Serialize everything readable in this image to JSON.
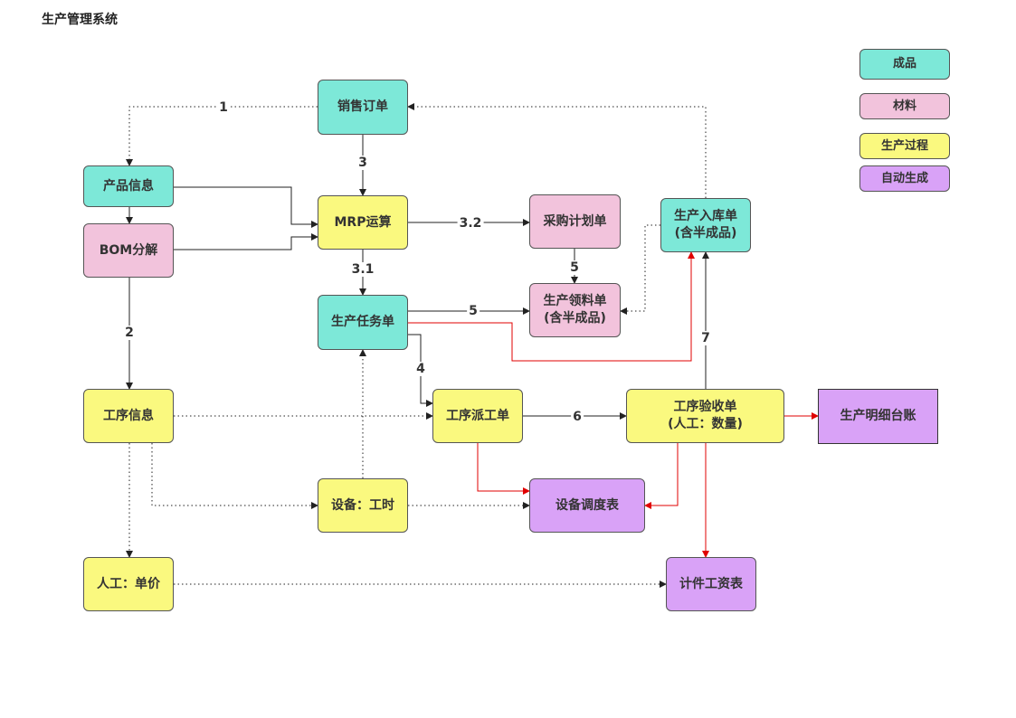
{
  "title": "生产管理系统",
  "colors": {
    "finished_product": "#7de8d8",
    "material": "#f2c3dc",
    "production_process": "#faf97f",
    "auto_generated": "#d9a2f7",
    "flow_line": "#222222",
    "red_line": "#e00000"
  },
  "legend": [
    {
      "key": "finished_product",
      "label": "成品"
    },
    {
      "key": "material",
      "label": "材料"
    },
    {
      "key": "production_process",
      "label": "生产过程"
    },
    {
      "key": "auto_generated",
      "label": "自动生成"
    }
  ],
  "nodes": {
    "sales_order": {
      "label": "销售订单",
      "category": "finished_product"
    },
    "product_info": {
      "label": "产品信息",
      "category": "finished_product"
    },
    "bom": {
      "label": "BOM分解",
      "category": "material"
    },
    "mrp": {
      "label": "MRP运算",
      "category": "production_process"
    },
    "purchase_plan": {
      "label": "采购计划单",
      "category": "material"
    },
    "warehouse_in": {
      "label": "生产入库单\n(含半成品)",
      "category": "finished_product"
    },
    "task_order": {
      "label": "生产任务单",
      "category": "finished_product"
    },
    "material_req": {
      "label": "生产领料单\n(含半成品)",
      "category": "material"
    },
    "process_info": {
      "label": "工序信息",
      "category": "production_process"
    },
    "dispatch": {
      "label": "工序派工单",
      "category": "production_process"
    },
    "acceptance": {
      "label": "工序验收单\n(人工：数量)",
      "category": "production_process"
    },
    "ledger": {
      "label": "生产明细台账",
      "category": "auto_generated"
    },
    "equipment_time": {
      "label": "设备：工时",
      "category": "production_process"
    },
    "equipment_schedule": {
      "label": "设备调度表",
      "category": "auto_generated"
    },
    "labor_price": {
      "label": "人工：单价",
      "category": "production_process"
    },
    "piece_wage": {
      "label": "计件工资表",
      "category": "auto_generated"
    }
  },
  "edge_labels": {
    "e1": "1",
    "e2": "2",
    "e3": "3",
    "e31": "3.1",
    "e32": "3.2",
    "e4": "4",
    "e5a": "5",
    "e5b": "5",
    "e6": "6",
    "e7": "7"
  }
}
